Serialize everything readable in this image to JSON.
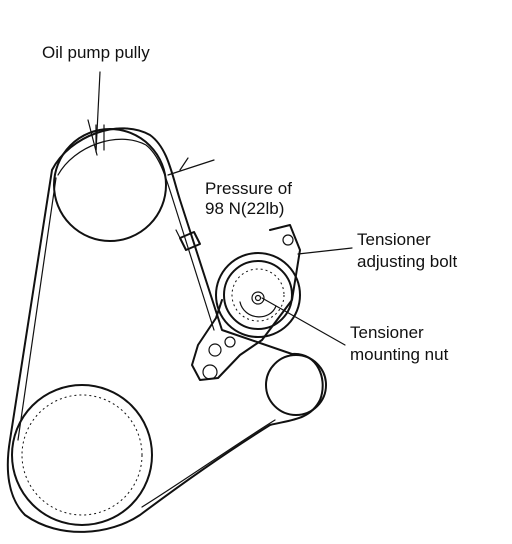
{
  "labels": {
    "oil_pump_pulley": "Oil pump pully",
    "pressure_line1": "Pressure of",
    "pressure_line2": "98 N(22lb)",
    "adjusting_bolt_line1": "Tensioner",
    "adjusting_bolt_line2": "adjusting bolt",
    "mounting_nut_line1": "Tensioner",
    "mounting_nut_line2": "mounting nut"
  }
}
